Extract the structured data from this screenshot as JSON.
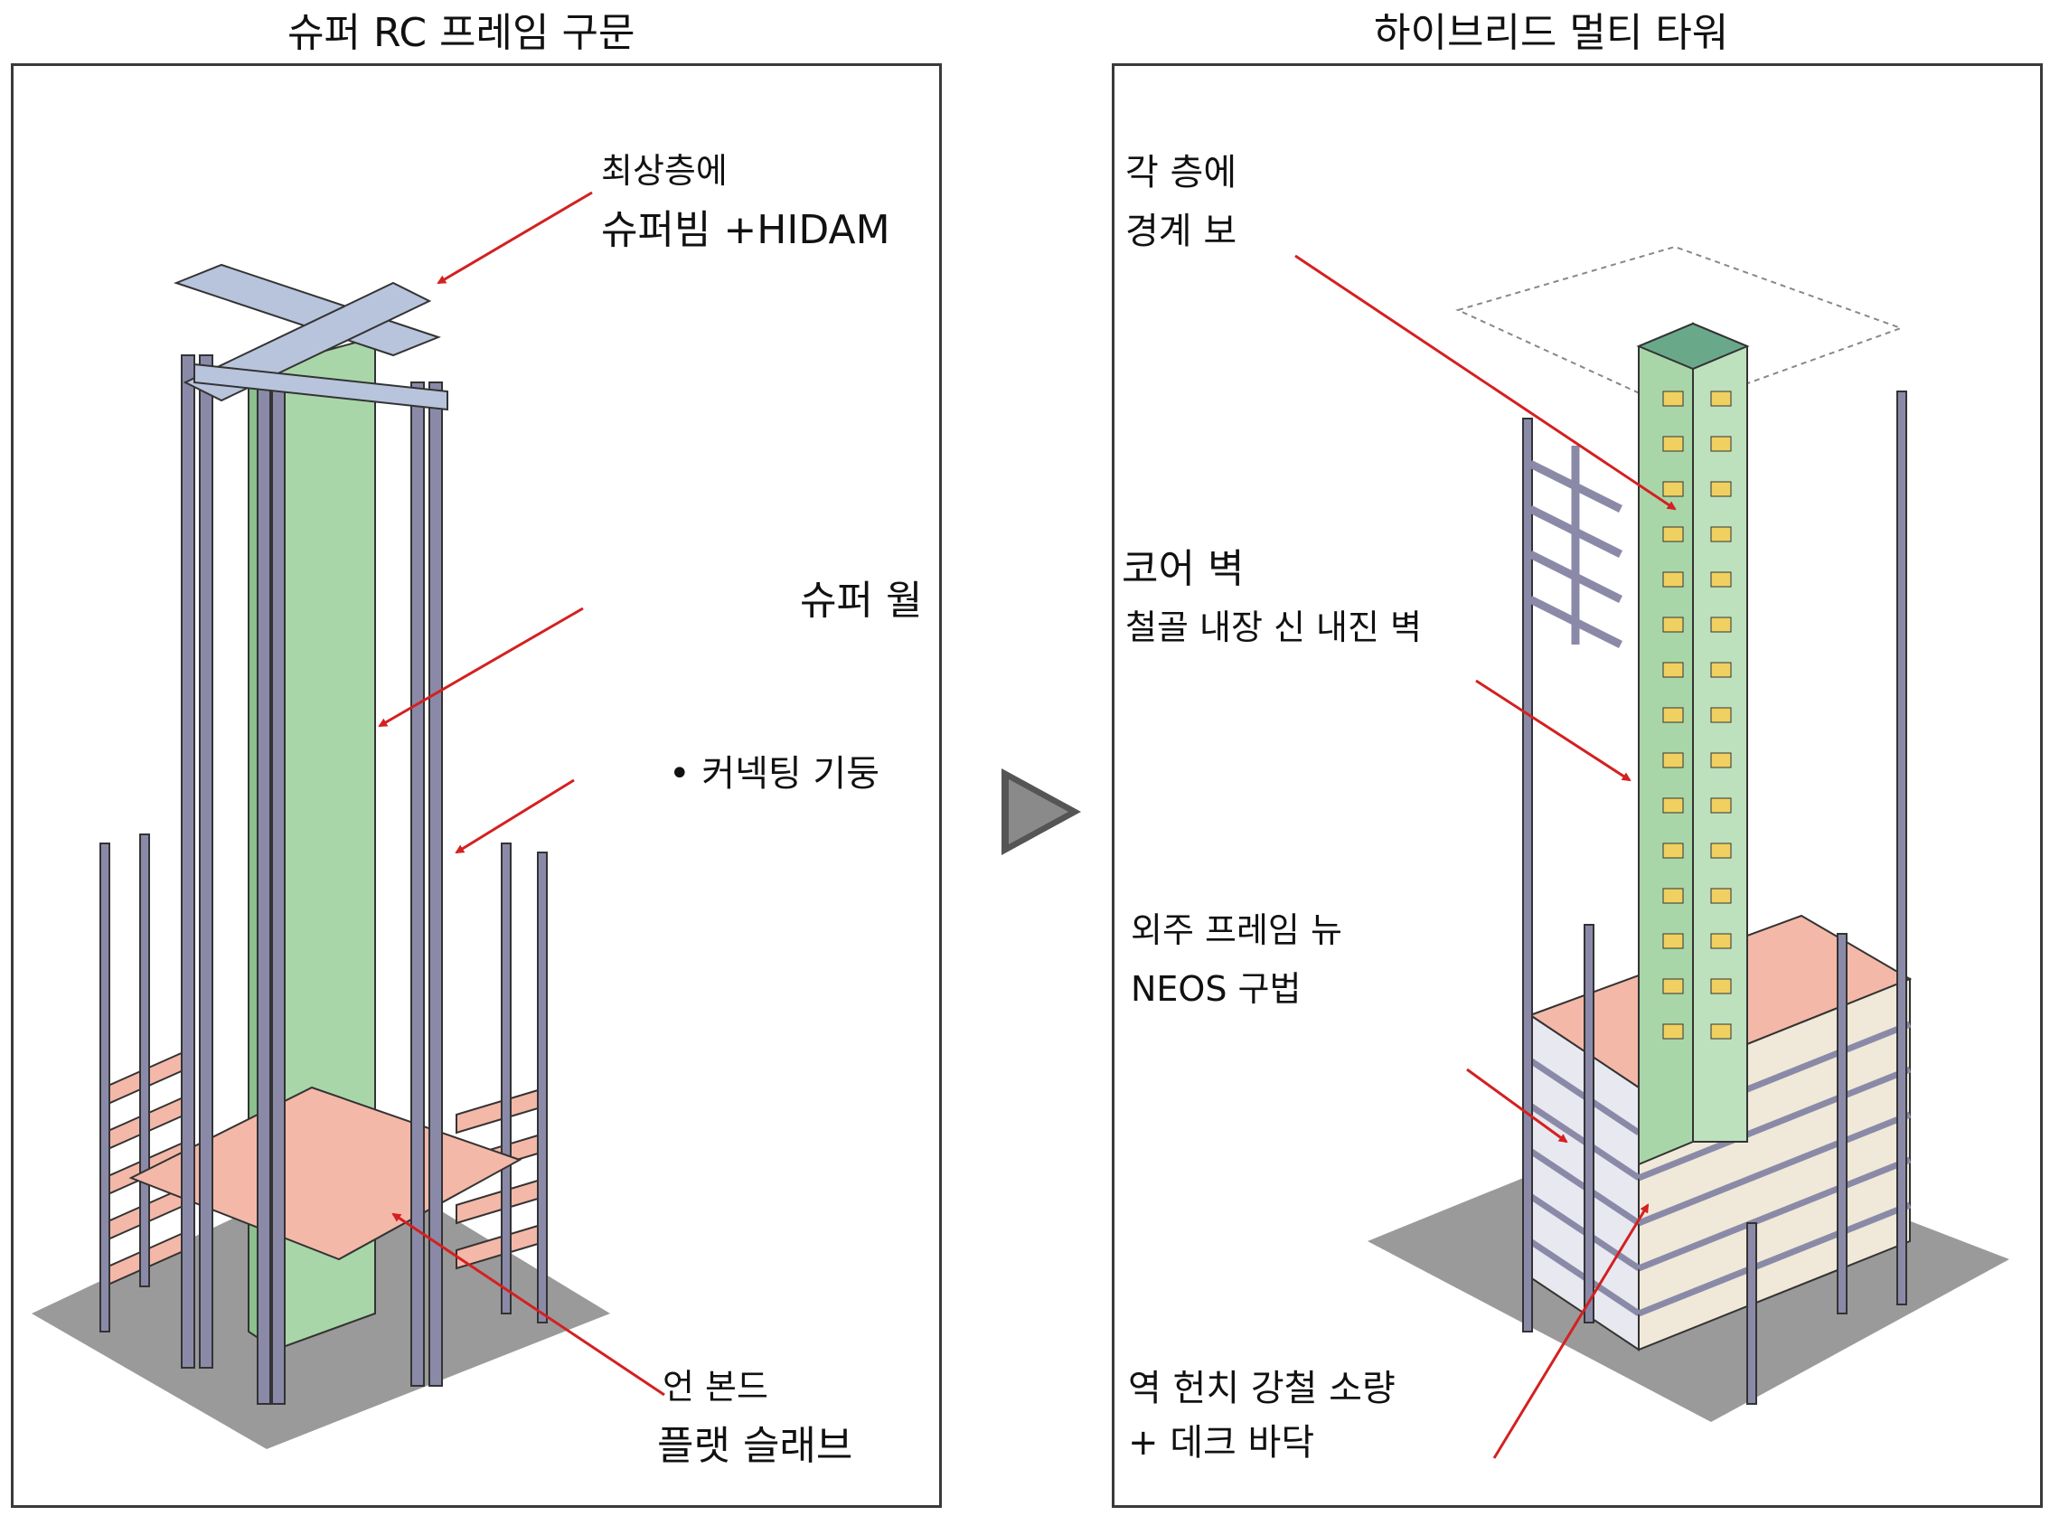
{
  "left": {
    "title": "슈퍼 RC 프레임 구문",
    "labels": {
      "super_beam_top": "최상층에",
      "super_beam": "슈퍼빔 +HIDAM",
      "super_wall": "슈퍼 월",
      "connecting_column": "• 커넥팅 기둥",
      "unbond": "언 본드",
      "flat_slab": "플랫 슬래브"
    }
  },
  "right": {
    "title": "하이브리드 멀티 타워",
    "labels": {
      "boundary_beam_1": "각 층에",
      "boundary_beam_2": "경계 보",
      "core_wall": "코어 벽",
      "steel_wall": "철골 내장 신 내진 벽",
      "outer_frame_1": "외주 프레임 뉴",
      "outer_frame_2": "NEOS 구법",
      "reverse_truss_1": "역 헌치 강철 소량",
      "reverse_truss_2": "+ 데크 바닥"
    }
  },
  "colors": {
    "wall_green": "#a8d6a8",
    "slab_pink": "#f3b8a8",
    "column_purple": "#8a8aa8",
    "beam_blue": "#b8c4dc",
    "yellow_link": "#f0d060",
    "ground_gray": "#9a9a9a",
    "arrow_red": "#d42020"
  }
}
